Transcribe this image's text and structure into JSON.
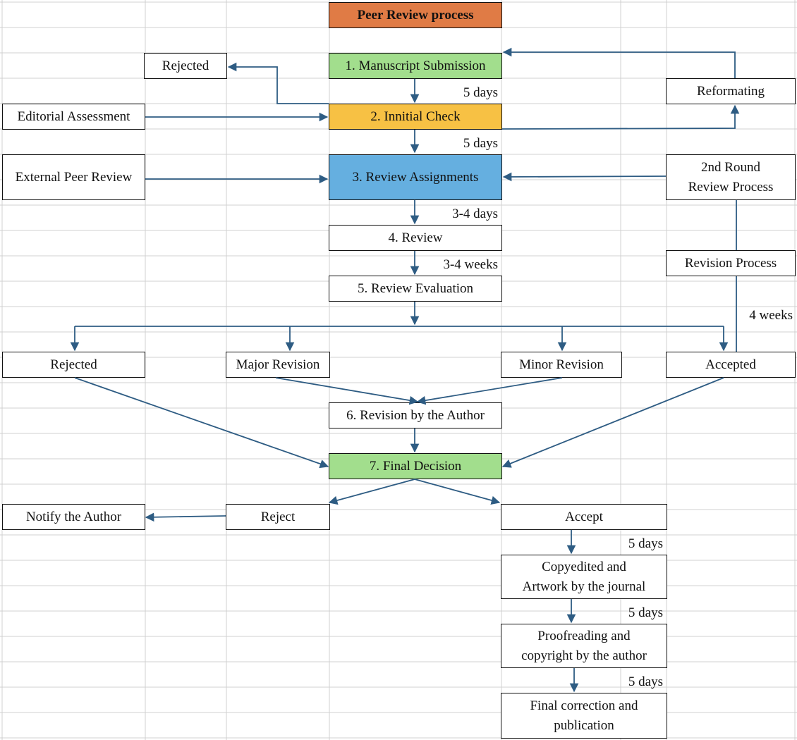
{
  "colors": {
    "title_fill": "#e07b45",
    "green_fill": "#a2de8d",
    "yellow_fill": "#f7c144",
    "blue_fill": "#65afe0",
    "arrow": "#2e5c83",
    "grid": "#d0d0d0"
  },
  "title": "Peer Review process",
  "nodes": {
    "manuscript_submission": "1. Manuscript Submission",
    "initial_check": "2. Innitial Check",
    "review_assignments": "3. Review Assignments",
    "review": "4. Review",
    "review_evaluation": "5. Review Evaluation",
    "revision_by_author": "6. Revision by the Author",
    "final_decision": "7. Final Decision",
    "rejected_top": "Rejected",
    "editorial_assessment": "Editorial Assessment",
    "external_peer_review": "External Peer Review",
    "reformating": "Reformating",
    "second_round": "2nd Round\nReview Process",
    "revision_process": "Revision Process",
    "rejected": "Rejected",
    "major_revision": "Major Revision",
    "minor_revision": "Minor Revision",
    "accepted": "Accepted",
    "notify_author": "Notify the Author",
    "reject": "Reject",
    "accept": "Accept",
    "copyedited": "Copyedited and\nArtwork by the journal",
    "proofreading": "Proofreading and\ncopyright by the author",
    "final_correction": "Final correction and\npublication"
  },
  "durations": {
    "d1": "5 days",
    "d2": "5 days",
    "d3": "3-4 days",
    "d4": "3-4 weeks",
    "d5": "4 weeks",
    "d6": "5 days",
    "d7": "5 days",
    "d8": "5 days"
  }
}
